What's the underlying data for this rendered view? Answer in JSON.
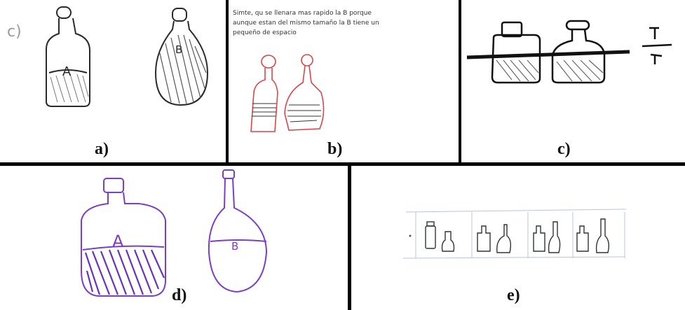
{
  "panels": {
    "a": {
      "caption": "a)",
      "corner_mark": "c)",
      "bottle_left_label": "A",
      "bottle_right_label": "B"
    },
    "b": {
      "caption": "b)",
      "note_line1": "Simte, qu se llenara mas rapido la B porque",
      "note_line2": "aunque estan del mismo tamaño la B tiene un",
      "note_line3": "pequeño de espacio"
    },
    "c": {
      "caption": "c)"
    },
    "d": {
      "caption": "d)",
      "bottle_left_label": "A",
      "bottle_right_label": "B"
    },
    "e": {
      "caption": "e)"
    }
  },
  "colors": {
    "pencil": "#2a2a2a",
    "red_ink": "#d9474a",
    "purple_ink": "#7a3fc6",
    "separator": "#000000"
  }
}
